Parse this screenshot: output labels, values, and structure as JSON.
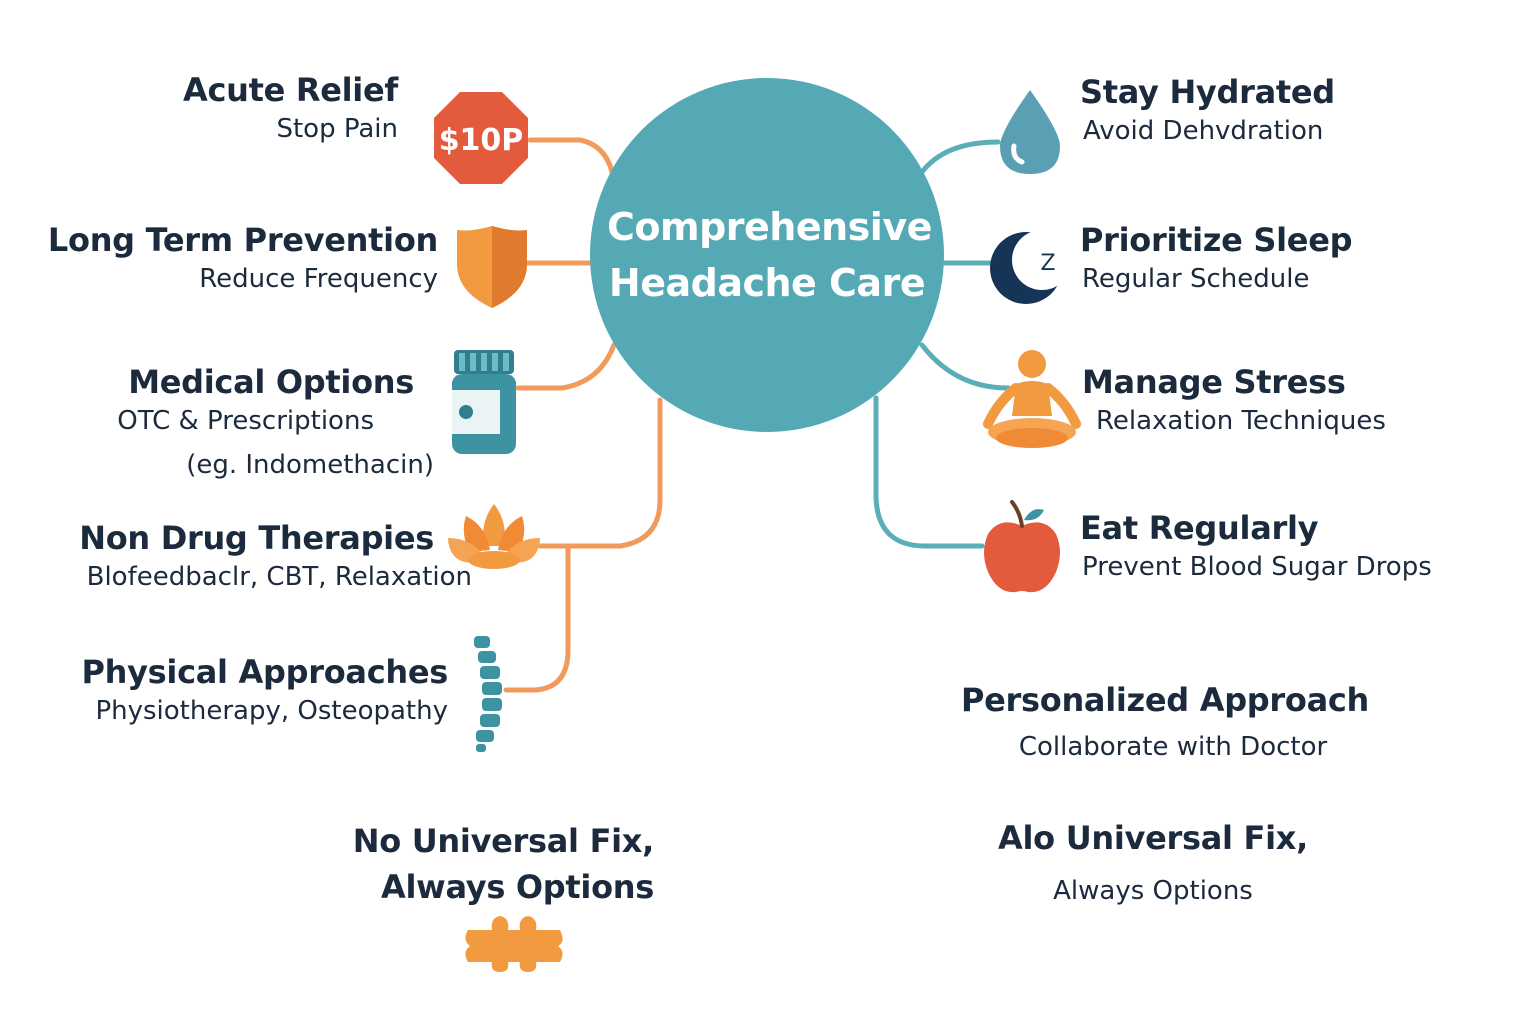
{
  "hub": {
    "title": "Comprehensive Headache Care"
  },
  "colors": {
    "teal": "#54a9b4",
    "orange": "#f08a4b",
    "red": "#e35a3c",
    "navy": "#163556",
    "text": "#1b2a3d"
  },
  "branches": [
    {
      "title": "Acute Relief",
      "subtitle": "Stop Pain",
      "icon": "stop-sign-icon",
      "icon_text": "$10P"
    },
    {
      "title": "Long Term Prevention",
      "subtitle": "Reduce Frequency",
      "icon": "shield-icon"
    },
    {
      "title": "Medical Options",
      "subtitle": "OTC & Prescriptions",
      "note": "(eg. Indomethacin)",
      "icon": "pill-bottle-icon"
    },
    {
      "title": "Non Drug Therapies",
      "subtitle": "Blofeedbaclr, CBT, Relaxation",
      "icon": "lotus-icon"
    },
    {
      "title": "Physical Approaches",
      "subtitle": "Physiotherapy, Osteopathy",
      "icon": "spine-icon"
    },
    {
      "title": "Stay Hydrated",
      "subtitle": "Avoid Dehvdration",
      "icon": "water-drop-icon"
    },
    {
      "title": "Prioritize Sleep",
      "subtitle": "Regular Schedule",
      "icon": "moon-icon",
      "icon_text": "Z"
    },
    {
      "title": "Manage Stress",
      "subtitle": "Relaxation Techniques",
      "icon": "meditation-icon"
    },
    {
      "title": "Eat Regularly",
      "subtitle": "Prevent Blood Sugar Drops",
      "icon": "apple-icon"
    }
  ],
  "personalized": {
    "title": "Personalized Approach",
    "subtitle": "Collaborate with Doctor"
  },
  "footer_left": {
    "line1": "No Universal Fix,",
    "line2": "Always Options",
    "icon": "puzzle-piece-icon"
  },
  "footer_right": {
    "line1": "Alo Universal Fix,",
    "line2": "Always Options"
  }
}
